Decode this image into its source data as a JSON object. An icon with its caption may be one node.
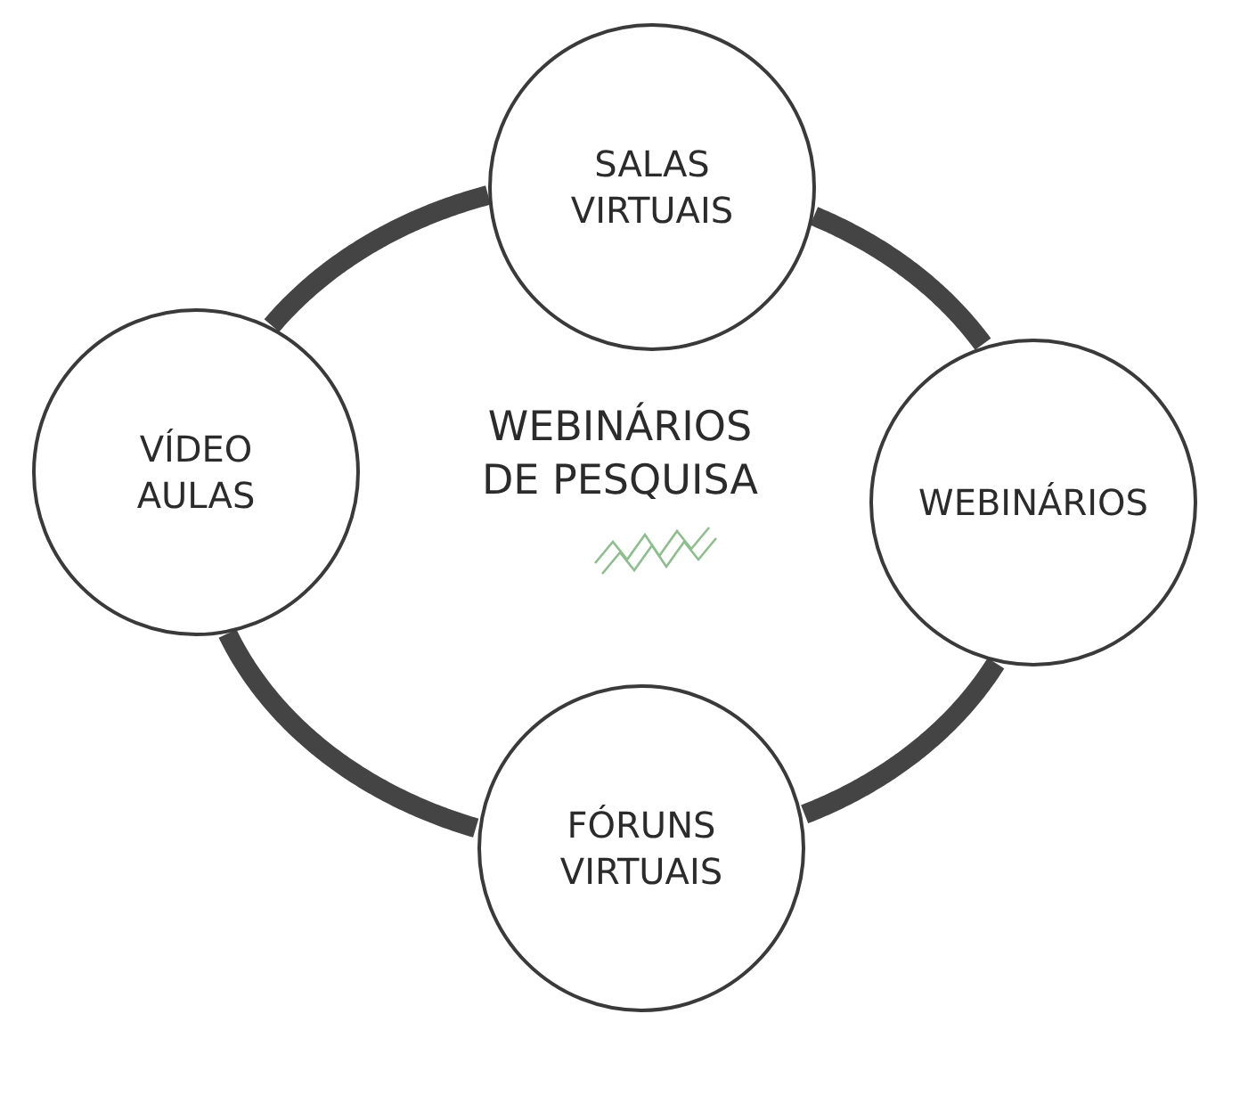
{
  "diagram": {
    "nodes": [
      {
        "text": [
          "SALAS VIRTUAIS"
        ]
      },
      {
        "text": [
          "VÍDEO AULAS"
        ]
      },
      {
        "text": [
          "WEBINÁRIOS"
        ]
      },
      {
        "text": [
          "FÓRUNS VIRTUAIS"
        ]
      }
    ],
    "edges": [
      {
        "from": 0,
        "to": 2,
        "arrow": "none"
      },
      {
        "from": 2,
        "to": 3,
        "arrow": "none"
      },
      {
        "from": 3,
        "to": 1,
        "arrow": "none"
      },
      {
        "from": 1,
        "to": 0,
        "arrow": "none"
      }
    ],
    "labels": [
      "WEBINÁRIOS DE PESQUISA"
    ]
  }
}
